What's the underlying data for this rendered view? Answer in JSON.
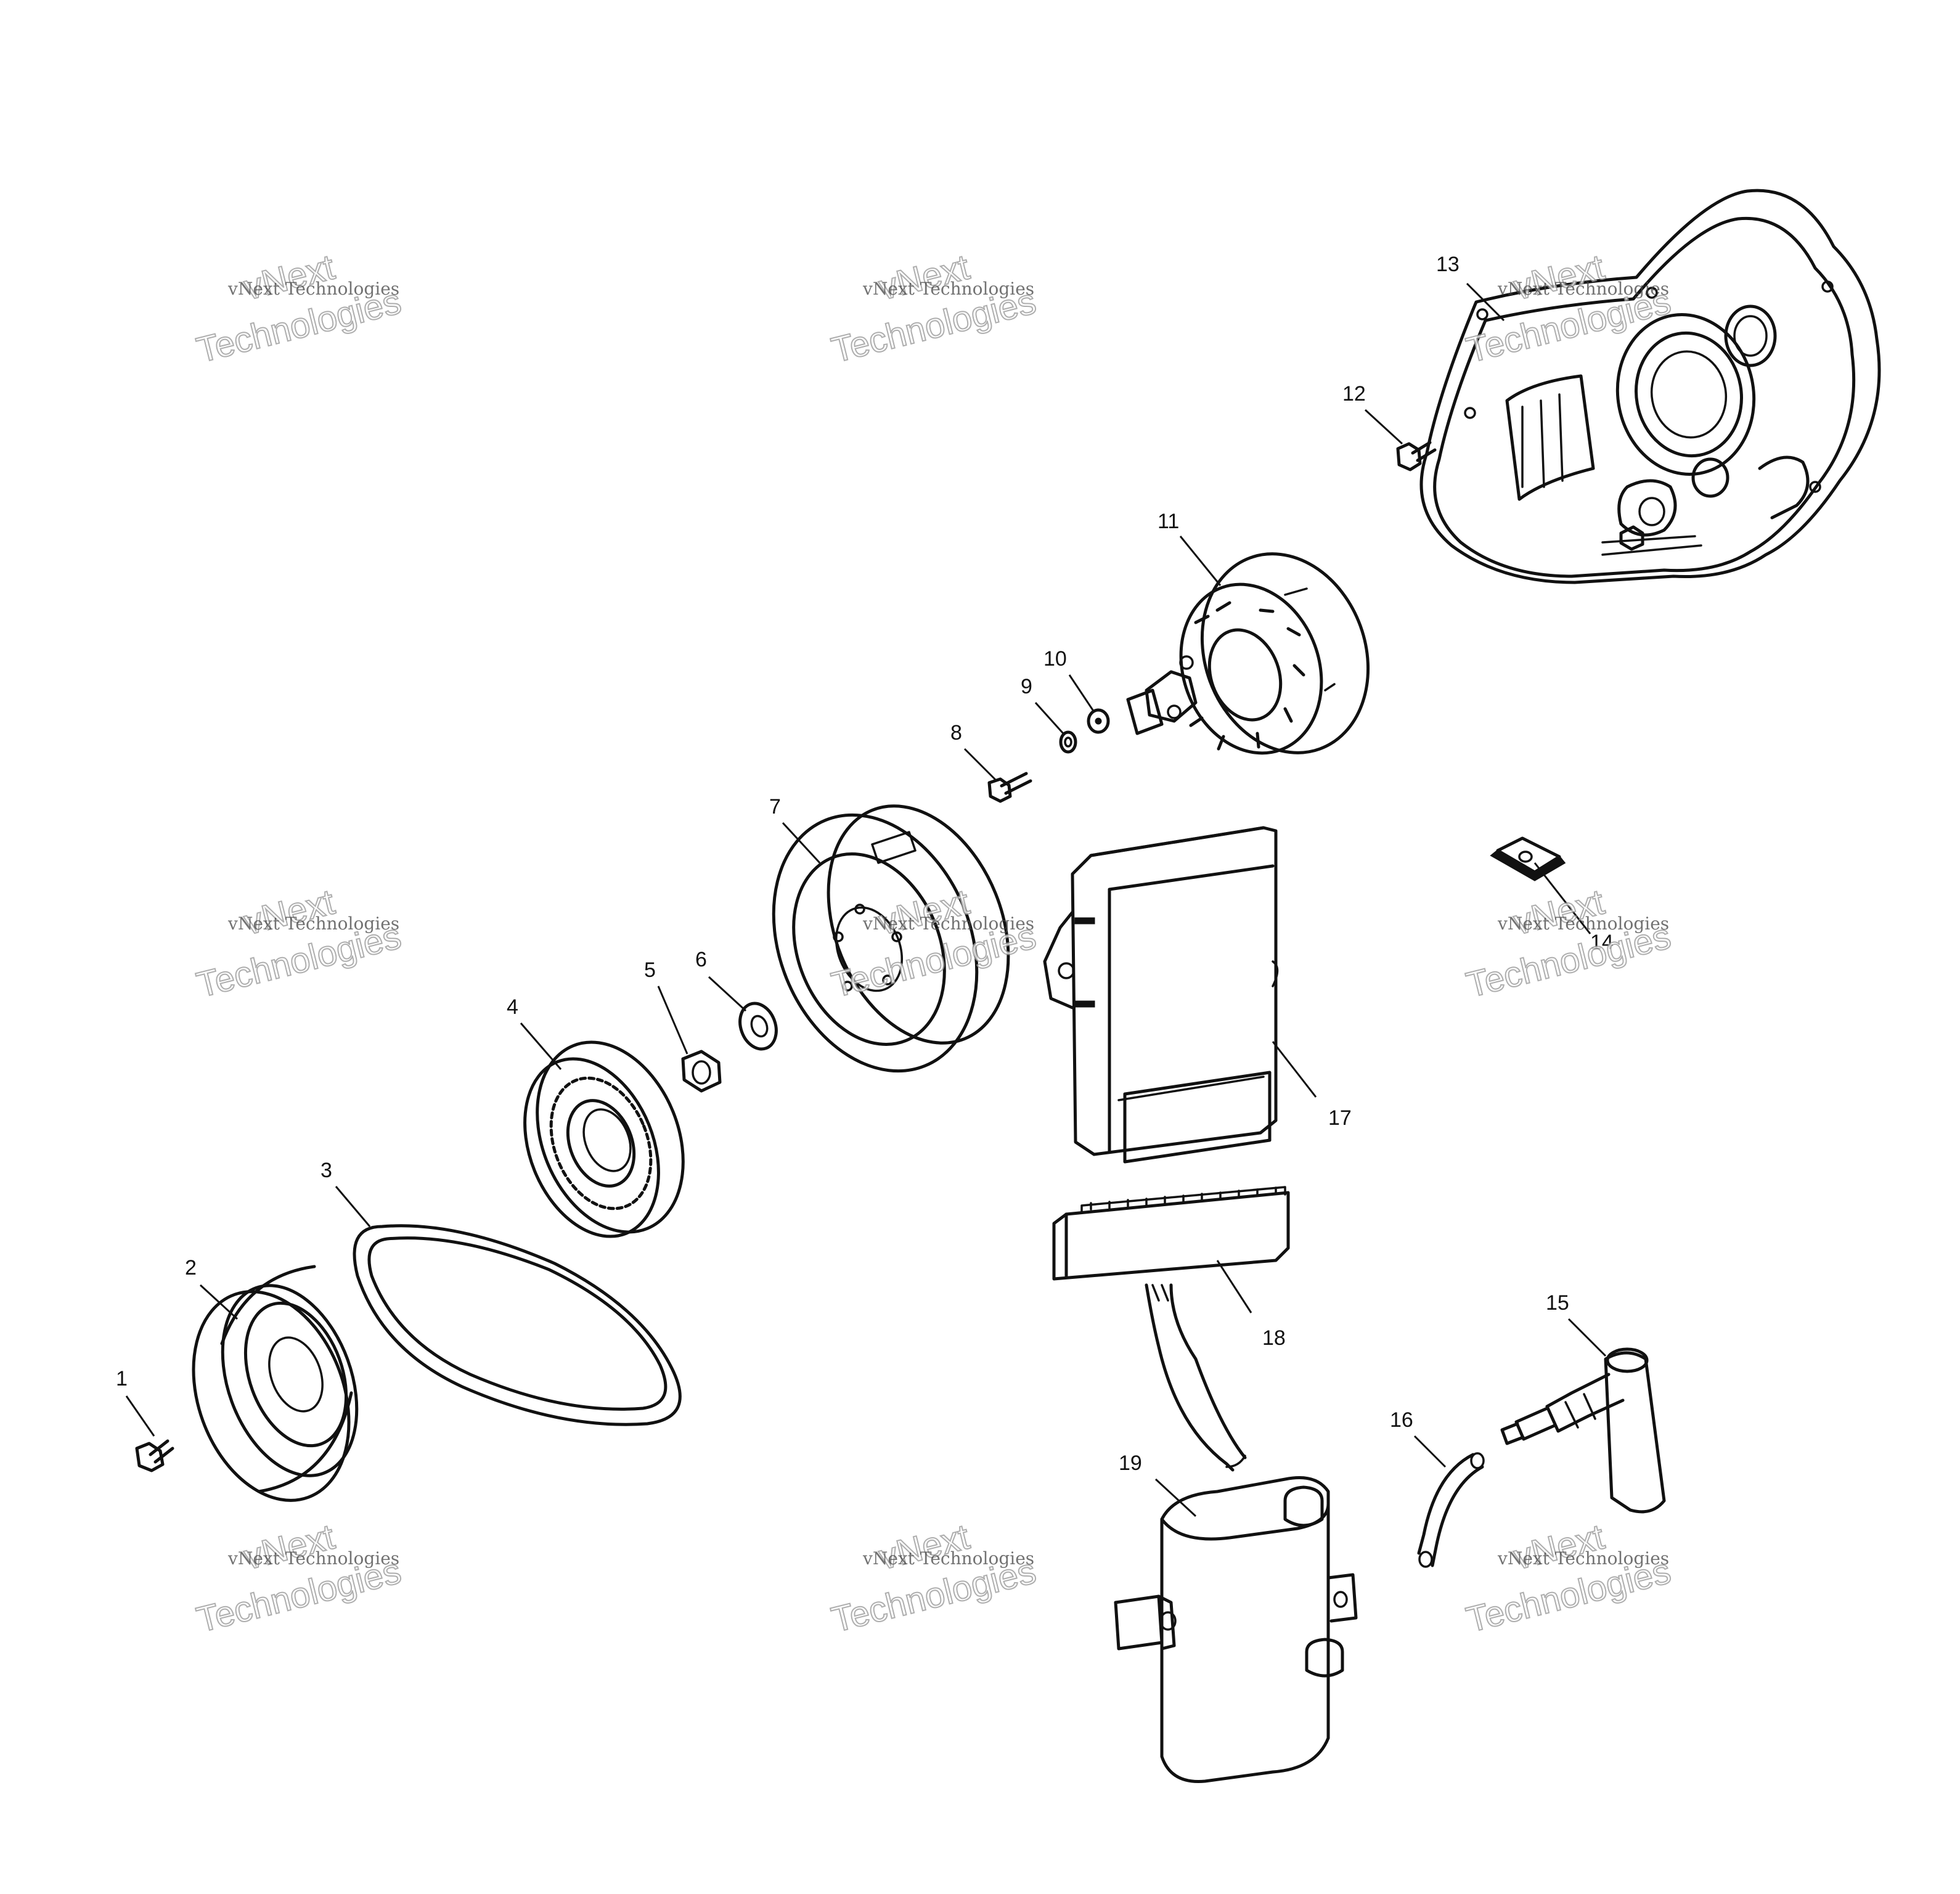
{
  "callouts": [
    "1",
    "2",
    "3",
    "4",
    "5",
    "6",
    "7",
    "8",
    "9",
    "10",
    "11",
    "12",
    "13",
    "14",
    "15",
    "16",
    "17",
    "18",
    "19"
  ],
  "watermark": {
    "small": "vNext Technologies",
    "big_top": "vNext",
    "big_bottom": "Technologies"
  }
}
